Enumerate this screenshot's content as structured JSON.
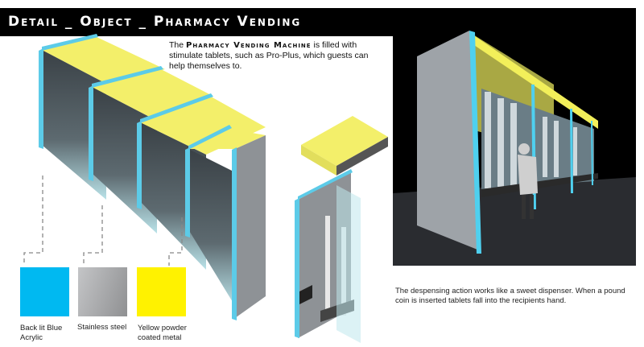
{
  "header": {
    "title": "Detail _ Object _ Pharmacy Vending"
  },
  "intro": {
    "prefix": "The ",
    "highlight": "Pharmacy Vending Machine",
    "suffix": " is filled with stimulate tablets, such as Pro-Plus, which guests can help themselves to."
  },
  "caption": {
    "text": "The despensing action works like a sweet dispenser. When a pound coin is inserted tablets fall into the recipients hand."
  },
  "materials": [
    {
      "label": "Back lit Blue Acrylic",
      "color": "#00b9f1"
    },
    {
      "label": "Stainless steel",
      "color": "#a8a9ab"
    },
    {
      "label": "Yellow powder coated metal",
      "color": "#fff200"
    }
  ],
  "colors": {
    "acrylic_blue": "#5ccbe8",
    "yellow_top": "#f3f06a",
    "steel_grey": "#8e9296",
    "background": "#000000"
  }
}
